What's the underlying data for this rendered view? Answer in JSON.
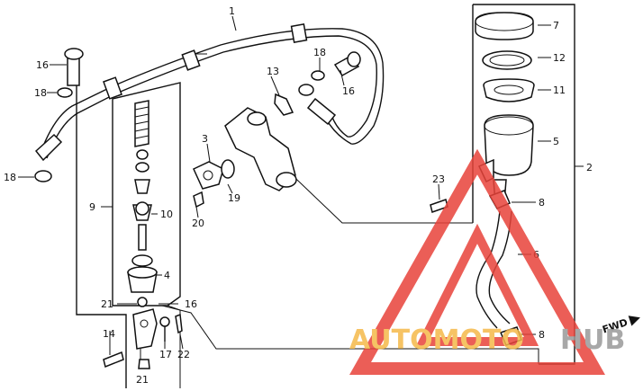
{
  "diagram": {
    "labels": {
      "l1": "1",
      "l2": "2",
      "l3": "3",
      "l4": "4",
      "l5": "5",
      "l6": "6",
      "l7": "7",
      "l8a": "8",
      "l8b": "8",
      "l9": "9",
      "l10": "10",
      "l11": "11",
      "l12": "12",
      "l13": "13",
      "l14": "14",
      "l16a": "16",
      "l16b": "16",
      "l16c": "16",
      "l17": "17",
      "l18a": "18",
      "l18b": "18",
      "l18c": "18",
      "l19": "19",
      "l20": "20",
      "l21a": "21",
      "l21b": "21",
      "l22": "22",
      "l23": "23"
    },
    "direction_label": "FWD"
  },
  "watermark": {
    "text_a": "AUTOMOTO",
    "text_b": "HUB",
    "color_a": "#f5b94a",
    "color_b": "#9a9a9a",
    "triangle_color": "#e8433a"
  }
}
